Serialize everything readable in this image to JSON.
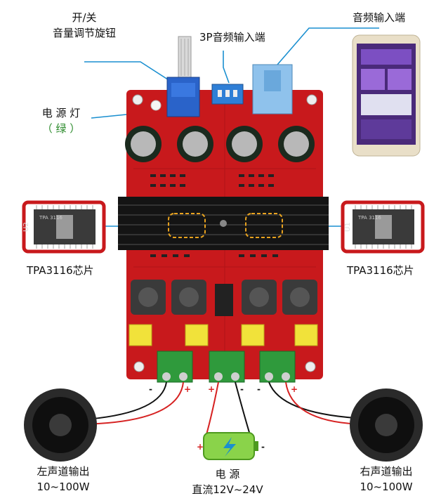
{
  "labels": {
    "switch_line1": "开/关",
    "switch_line2": "音量调节旋钮",
    "power_led_line1": "电 源 灯",
    "power_led_line2": "（ 绿 ）",
    "input_3p": "3P音频输入端",
    "audio_input": "音频输入端",
    "chip_left": "TPA3116芯片",
    "chip_right": "TPA3116芯片",
    "left_out_line1": "左声道输出",
    "left_out_line2": "10~100W",
    "power_line1": "电  源",
    "power_line2": "直流12V~24V",
    "right_out_line1": "右声道输出",
    "right_out_line2": "10~100W"
  },
  "chip_marks": {
    "u2_label": "U2",
    "u1_label": "U1",
    "chip_text": "TPA 3116"
  },
  "board_marks": {
    "minus": "-",
    "plus": "+"
  },
  "colors": {
    "board": "#c8191c",
    "heatsink": "#141414",
    "callout_line": "#1a8fd0",
    "chip_frame": "#c8191c",
    "terminal": "#2f9a3c",
    "inductor": "#3a3a3a",
    "capacitor_yellow": "#f1e23a"
  }
}
